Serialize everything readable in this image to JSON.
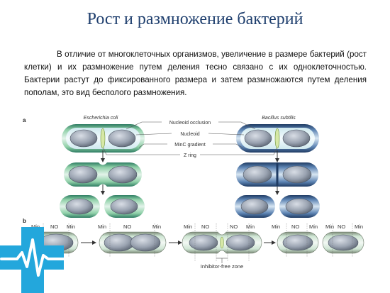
{
  "title": "Рост и размножение бактерий",
  "paragraph": "В отличие от многоклеточных организмов, увеличение в размере бактерий (рост клетки) и их размножение путем деления тесно связано с их одноклеточностью. Бактерии растут до фиксированного размера и затем размножаются путем деления пополам, это вид бесполого размножения.",
  "figure": {
    "panel_a": "a",
    "panel_b": "b",
    "organism_left": "Escherichia coli",
    "organism_right": "Bacillus subtilis",
    "callouts": [
      "Nucleoid occlusion",
      "Nucleoid",
      "MinC gradient",
      "Z ring"
    ],
    "min_label": "Min",
    "no_label": "NO",
    "inhibitor_free_zone": "Inhibitor-free zone"
  },
  "colors": {
    "title": "#1f3f6e",
    "cell_green": "#6fb88f",
    "nucleoid_gray": "#8d97a6",
    "bacillus_rim": "#3b5f8c",
    "z_ring": "#cfe3a0",
    "logo": "#23a7dc"
  },
  "icons": [
    "medical-pulse-logo-icon",
    "down-arrow-icon",
    "right-arrow-icon"
  ]
}
